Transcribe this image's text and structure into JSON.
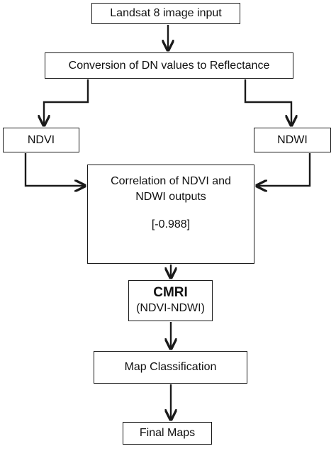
{
  "diagram": {
    "nodes": {
      "input": {
        "label": "Landsat 8 image input"
      },
      "conversion": {
        "label": "Conversion of DN values to Reflectance"
      },
      "ndvi": {
        "label": "NDVI"
      },
      "ndwi": {
        "label": "NDWI"
      },
      "correlation": {
        "line1": "Correlation of NDVI and",
        "line2": "NDWI outputs",
        "value": "[-0.988]"
      },
      "cmri": {
        "title": "CMRI",
        "subtitle": "(NDVI-NDWI)"
      },
      "classification": {
        "label": "Map Classification"
      },
      "final": {
        "label": "Final Maps"
      }
    },
    "edges": [
      {
        "from": "input",
        "to": "conversion"
      },
      {
        "from": "conversion",
        "to": "ndvi"
      },
      {
        "from": "conversion",
        "to": "ndwi"
      },
      {
        "from": "ndvi",
        "to": "correlation"
      },
      {
        "from": "ndwi",
        "to": "correlation"
      },
      {
        "from": "correlation",
        "to": "cmri"
      },
      {
        "from": "cmri",
        "to": "classification"
      },
      {
        "from": "classification",
        "to": "final"
      }
    ],
    "colors": {
      "stroke": "#1a1a1a",
      "fill": "#ffffff",
      "text": "#111111"
    }
  }
}
